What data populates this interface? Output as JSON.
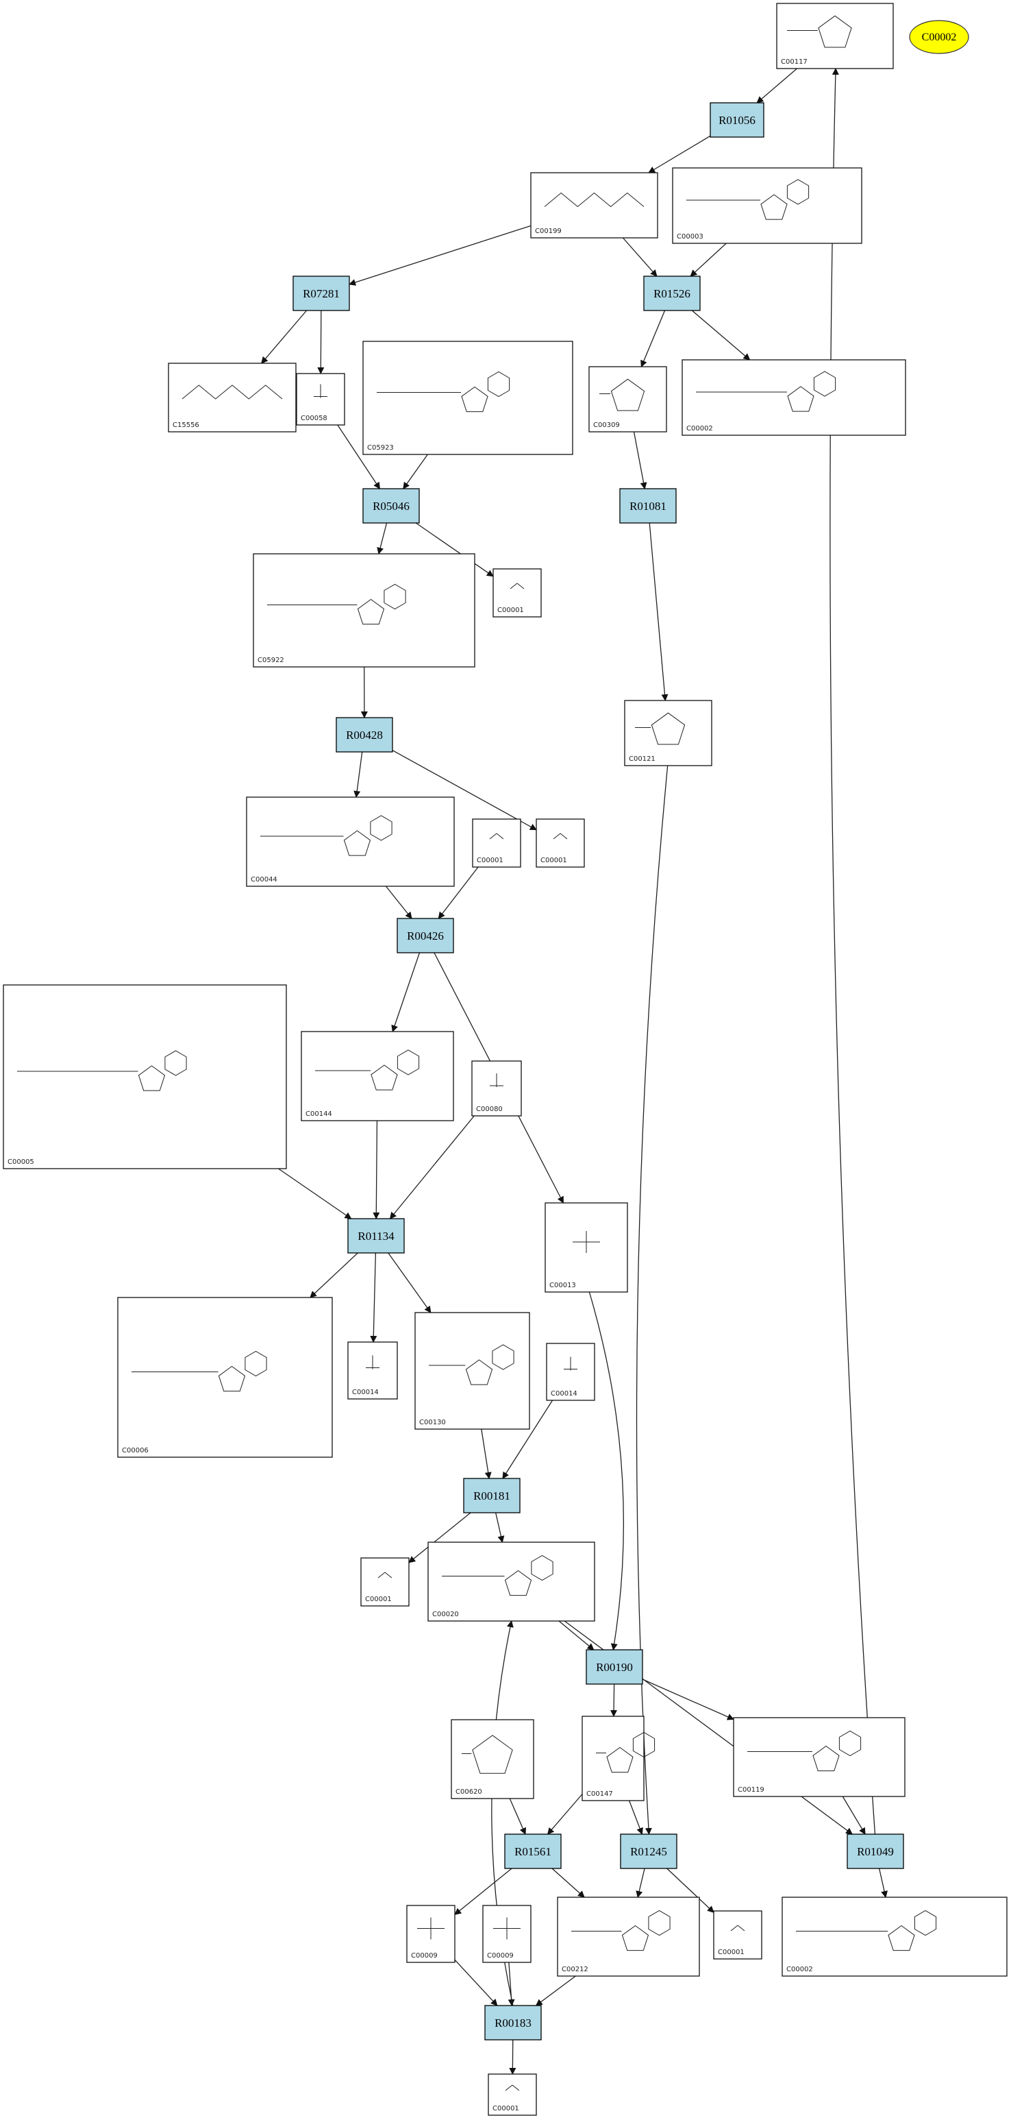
{
  "legend": {
    "label": "C00002",
    "color": "#ffff00"
  },
  "reaction_fill": "#add8e6",
  "reactions": [
    {
      "id": "R01056"
    },
    {
      "id": "R07281"
    },
    {
      "id": "R01526"
    },
    {
      "id": "R05046"
    },
    {
      "id": "R01081"
    },
    {
      "id": "R00428"
    },
    {
      "id": "R00426"
    },
    {
      "id": "R01134"
    },
    {
      "id": "R00181"
    },
    {
      "id": "R00190"
    },
    {
      "id": "R01561"
    },
    {
      "id": "R01245"
    },
    {
      "id": "R01049"
    },
    {
      "id": "R00183"
    }
  ],
  "compounds": [
    {
      "id": "C00117"
    },
    {
      "id": "C00199"
    },
    {
      "id": "C00003"
    },
    {
      "id": "C15556"
    },
    {
      "id": "C00058"
    },
    {
      "id": "C05923"
    },
    {
      "id": "C00309"
    },
    {
      "id": "C00002"
    },
    {
      "id": "C05922"
    },
    {
      "id": "C00001"
    },
    {
      "id": "C00121"
    },
    {
      "id": "C00044"
    },
    {
      "id": "C00001"
    },
    {
      "id": "C00001"
    },
    {
      "id": "C00005"
    },
    {
      "id": "C00144"
    },
    {
      "id": "C00080"
    },
    {
      "id": "C00013"
    },
    {
      "id": "C00006"
    },
    {
      "id": "C00014"
    },
    {
      "id": "C00130"
    },
    {
      "id": "C00014"
    },
    {
      "id": "C00001"
    },
    {
      "id": "C00020"
    },
    {
      "id": "C00620"
    },
    {
      "id": "C00147"
    },
    {
      "id": "C00119"
    },
    {
      "id": "C00009"
    },
    {
      "id": "C00009"
    },
    {
      "id": "C00212"
    },
    {
      "id": "C00001"
    },
    {
      "id": "C00002"
    },
    {
      "id": "C00001"
    }
  ]
}
